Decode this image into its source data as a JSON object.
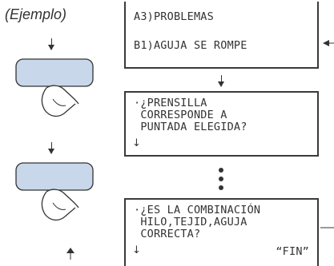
{
  "caption": "(Ejemplo)",
  "screens": [
    {
      "lines": [
        "A3)PROBLEMAS",
        "",
        "B1)AGUJA SE ROMPE"
      ]
    },
    {
      "lines": [
        "·¿PRENSILLA",
        " CORRESPONDE A",
        " PUNTADA ELEGIDA?"
      ],
      "arrow": "↓"
    },
    {
      "lines": [
        "·¿ES LA COMBINACIÓN",
        " HILO,TEJID,AGUJA",
        " CORRECTA?"
      ],
      "arrow": "↓",
      "end_label": "“FIN”"
    }
  ],
  "icons": {
    "key_press": "hand-pressing-key-icon",
    "flow_arrow": "down-arrow-icon",
    "more_steps": "vertical-ellipsis-icon"
  }
}
